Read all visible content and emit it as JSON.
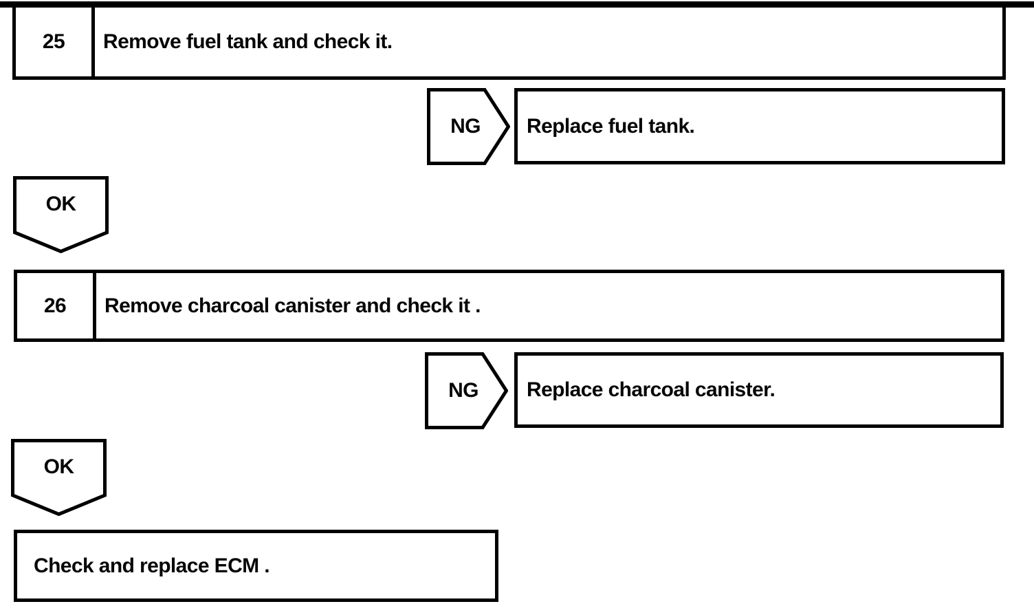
{
  "flowchart": {
    "colors": {
      "line": "#000000",
      "background": "#ffffff",
      "text": "#060606"
    },
    "steps": [
      {
        "number": "25",
        "instruction": "Remove fuel tank and check it.",
        "ng_label": "NG",
        "ng_action": "Replace fuel tank.",
        "ok_label": "OK"
      },
      {
        "number": "26",
        "instruction": "Remove charcoal canister and check it .",
        "ng_label": "NG",
        "ng_action": "Replace charcoal canister.",
        "ok_label": "OK"
      }
    ],
    "final_action": "Check and replace ECM ."
  }
}
